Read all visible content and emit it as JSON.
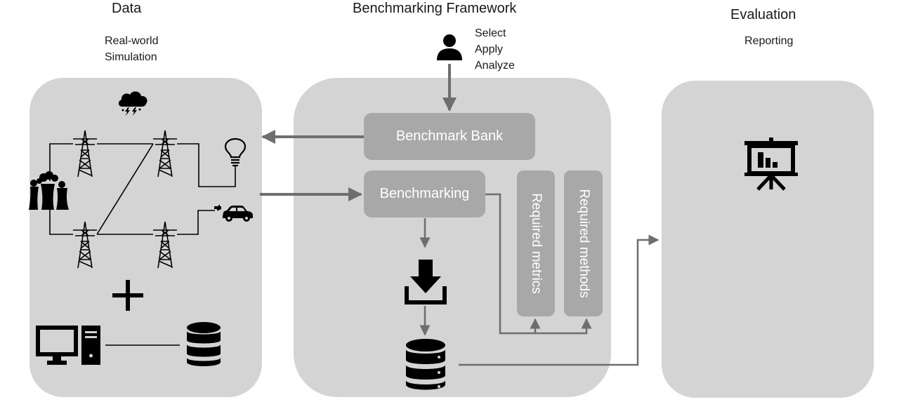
{
  "columns": {
    "data": {
      "title": "Data",
      "lines": [
        "Real-world",
        "Simulation"
      ]
    },
    "framework": {
      "title": "Benchmarking Framework",
      "actions": [
        "Select",
        "Apply",
        "Analyze"
      ]
    },
    "evaluation": {
      "title": "Evaluation",
      "subtitle": "Reporting"
    }
  },
  "framework_boxes": {
    "bank": "Benchmark Bank",
    "benchmarking": "Benchmarking",
    "metrics": "Required metrics",
    "methods": "Required methods"
  },
  "colors": {
    "panel": "#d4d4d4",
    "box": "#a8a8a8",
    "arrow": "#6e6e6e",
    "ink": "#000000"
  },
  "icons": [
    "user-icon",
    "storm-cloud-icon",
    "transmission-tower-icon",
    "power-plant-icon",
    "light-bulb-icon",
    "electric-car-icon",
    "plus-icon",
    "desktop-computer-icon",
    "database-icon",
    "download-icon",
    "presentation-board-icon"
  ]
}
